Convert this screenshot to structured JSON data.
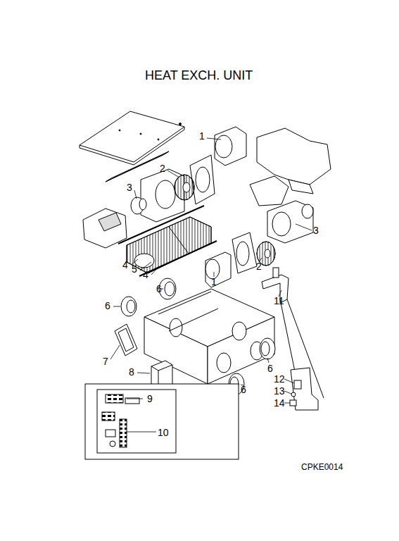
{
  "diagram": {
    "title": "HEAT EXCH. UNIT",
    "labels": [
      "1",
      "2",
      "3",
      "3",
      "4",
      "5",
      "4",
      "2",
      "1",
      "6",
      "11",
      "6",
      "7",
      "8",
      "6",
      "6",
      "12",
      "9",
      "13",
      "14",
      "10",
      "CPKE0014"
    ]
  }
}
